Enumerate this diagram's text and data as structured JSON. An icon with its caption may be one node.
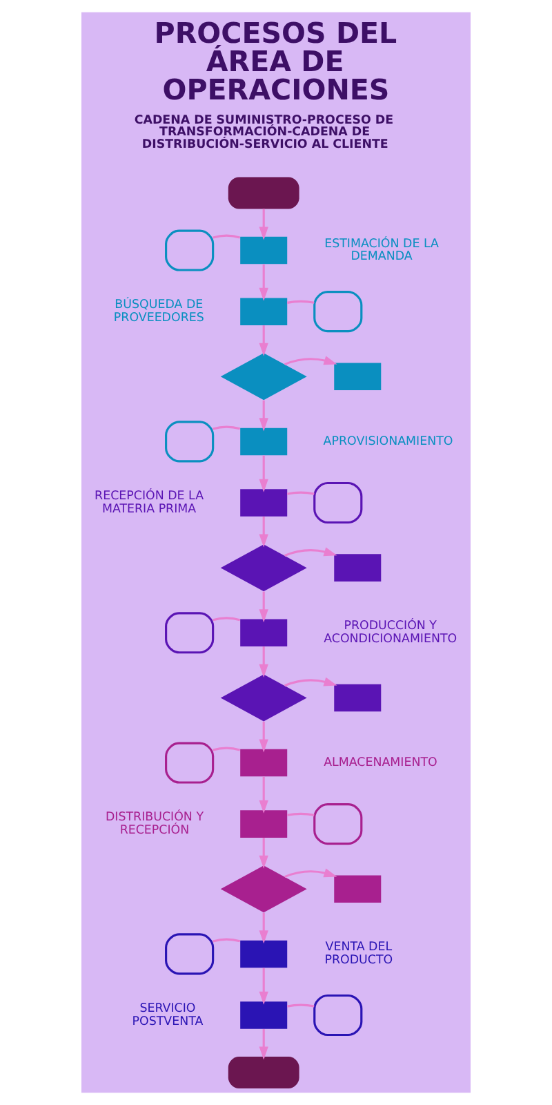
{
  "diagram": {
    "title": "PROCESOS DEL ÁREA DE OPERACIONES",
    "nodes": [
      {
        "text": [],
        "shape": "oval"
      },
      {
        "text": [],
        "shape": "box"
      },
      {
        "text": [],
        "shape": "box",
        "beside": [
          "ESTIMACIÓN DE LA DEMANDA"
        ]
      },
      {
        "text": [],
        "shape": "box",
        "beside": [
          "BÚSQUEDA DE PROVEEDORES"
        ]
      },
      {
        "text": [],
        "shape": "box"
      },
      {
        "text": [],
        "shape": "diamond"
      },
      {
        "text": [],
        "shape": "box"
      },
      {
        "text": [],
        "shape": "box"
      },
      {
        "text": [],
        "shape": "box",
        "beside": [
          "APROVISIONAMIENTO"
        ]
      },
      {
        "text": [],
        "shape": "box",
        "beside": [
          "RECEPCIÓN DE LA MATERIA PRIMA"
        ]
      },
      {
        "text": [],
        "shape": "box"
      },
      {
        "text": [],
        "shape": "diamond"
      },
      {
        "text": [],
        "shape": "box"
      },
      {
        "text": [],
        "shape": "box"
      },
      {
        "text": [],
        "shape": "box",
        "beside": [
          "PRODUCCIÓN Y ACONDICIONAMIENTO"
        ]
      },
      {
        "text": [],
        "shape": "diamond"
      },
      {
        "text": [],
        "shape": "box"
      },
      {
        "text": [],
        "shape": "box"
      },
      {
        "text": [],
        "shape": "box",
        "beside": [
          "ALMACENAMIENTO"
        ]
      },
      {
        "text": [],
        "shape": "box",
        "beside": [
          "DISTRIBUCIÓN Y RECEPCIÓN"
        ]
      },
      {
        "text": [],
        "shape": "box"
      },
      {
        "text": [],
        "shape": "diamond"
      },
      {
        "text": [],
        "shape": "box"
      },
      {
        "text": [],
        "shape": "box"
      },
      {
        "text": [],
        "shape": "box",
        "beside": [
          "VENTA DEL PRODUCTO"
        ]
      },
      {
        "text": [],
        "shape": "box",
        "beside": [
          "SERVICIO POSTVENTA"
        ]
      },
      {
        "text": [],
        "shape": "box"
      },
      {
        "text": [],
        "shape": "oval"
      }
    ],
    "edges": [
      {
        "from": 0,
        "to": 2,
        "arrow": "to"
      },
      {
        "from": 1,
        "to": 2,
        "arrow": "none"
      },
      {
        "from": 2,
        "to": 3,
        "arrow": "to"
      },
      {
        "from": 3,
        "to": 4,
        "arrow": "none"
      },
      {
        "from": 3,
        "to": 5,
        "arrow": "to"
      },
      {
        "from": 5,
        "to": 6,
        "arrow": "to"
      },
      {
        "from": 5,
        "to": 8,
        "arrow": "to"
      },
      {
        "from": 7,
        "to": 8,
        "arrow": "none"
      },
      {
        "from": 8,
        "to": 9,
        "arrow": "to"
      },
      {
        "from": 9,
        "to": 10,
        "arrow": "none"
      },
      {
        "from": 9,
        "to": 11,
        "arrow": "to"
      },
      {
        "from": 11,
        "to": 12,
        "arrow": "to"
      },
      {
        "from": 11,
        "to": 14,
        "arrow": "to"
      },
      {
        "from": 13,
        "to": 14,
        "arrow": "none"
      },
      {
        "from": 14,
        "to": 15,
        "arrow": "to"
      },
      {
        "from": 15,
        "to": 16,
        "arrow": "to"
      },
      {
        "from": 15,
        "to": 18,
        "arrow": "to"
      },
      {
        "from": 17,
        "to": 18,
        "arrow": "none"
      },
      {
        "from": 18,
        "to": 19,
        "arrow": "to"
      },
      {
        "from": 19,
        "to": 20,
        "arrow": "none"
      },
      {
        "from": 19,
        "to": 21,
        "arrow": "to"
      },
      {
        "from": 21,
        "to": 22,
        "arrow": "to"
      },
      {
        "from": 21,
        "to": 24,
        "arrow": "to"
      },
      {
        "from": 23,
        "to": 24,
        "arrow": "none"
      },
      {
        "from": 24,
        "to": 25,
        "arrow": "to"
      },
      {
        "from": 25,
        "to": 26,
        "arrow": "none"
      },
      {
        "from": 25,
        "to": 27,
        "arrow": "to"
      }
    ],
    "labels": [
      "CADENA DE SUMINISTRO-PROCESO DE TRANSFORMACIÓN-CADENA DE DISTRIBUCIÓN-SERVICIO AL CLIENTE"
    ]
  }
}
